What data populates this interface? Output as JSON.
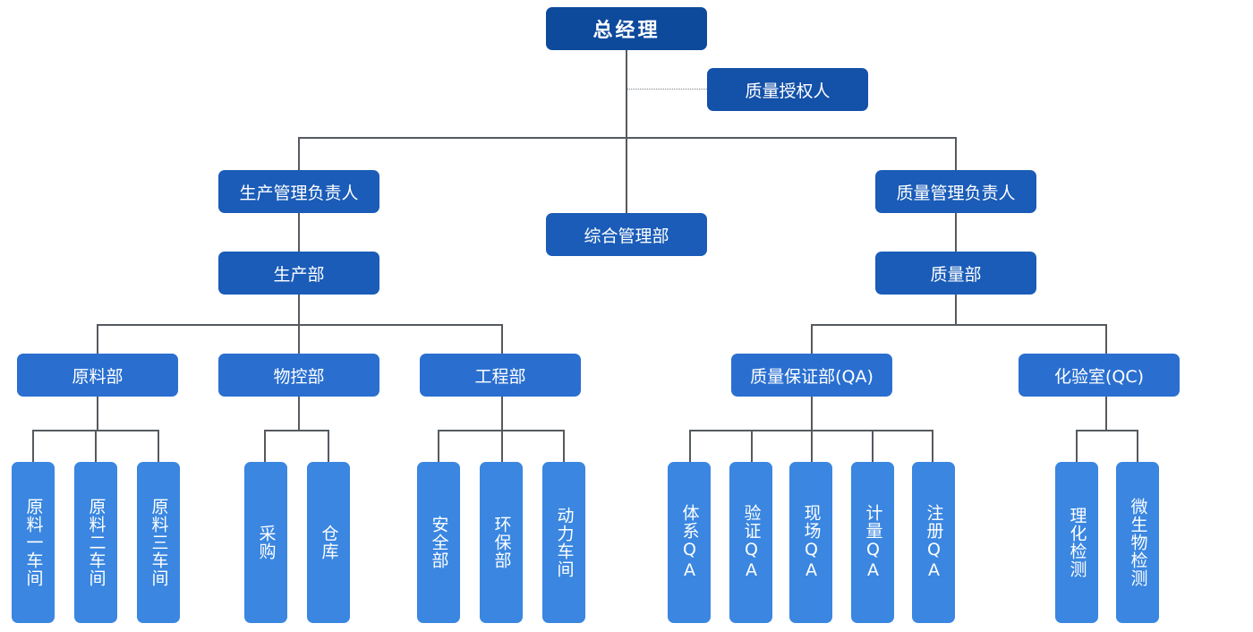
{
  "org": {
    "ceo": "总经理",
    "qa_authorized": "质量授权人",
    "prod_head": "生产管理负责人",
    "general_dept": "综合管理部",
    "quality_head": "质量管理负责人",
    "prod_dept": "生产部",
    "quality_dept": "质量部",
    "raw_material": "原料部",
    "material_ctrl": "物控部",
    "engineering": "工程部",
    "qa_dept": "质量保证部(QA)",
    "qc_lab": "化验室(QC)",
    "raw_ws1": "原料一车间",
    "raw_ws2": "原料二车间",
    "raw_ws3": "原料三车间",
    "purchase": "采购",
    "warehouse": "仓库",
    "safety": "安全部",
    "env": "环保部",
    "power_ws": "动力车间",
    "system_qa": "体系QA",
    "validation_qa": "验证QA",
    "onsite_qa": "现场QA",
    "metrology_qa": "计量QA",
    "registration_qa": "注册QA",
    "physchem": "理化检测",
    "micro": "微生物检测"
  }
}
